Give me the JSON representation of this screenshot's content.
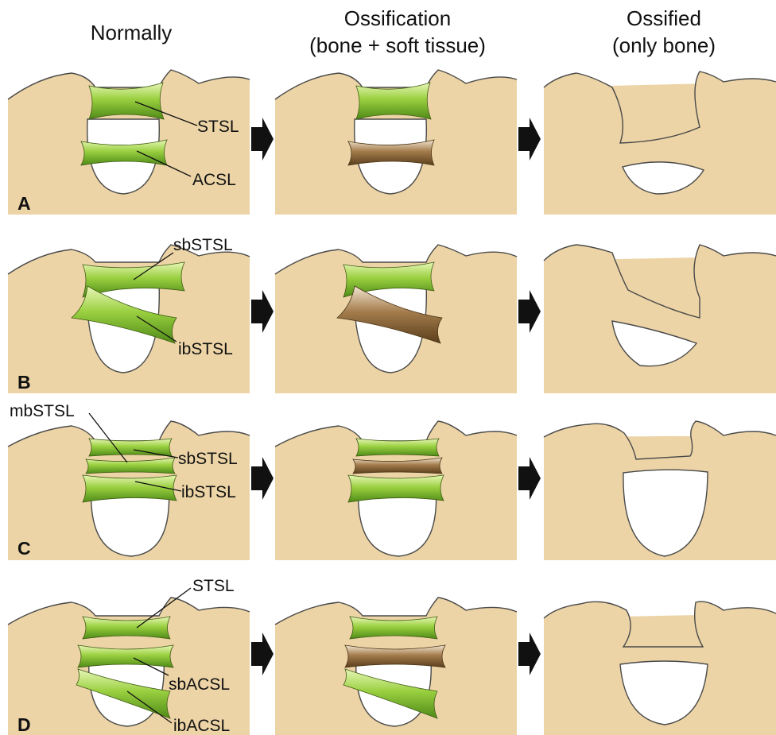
{
  "columns": [
    {
      "title_lines": [
        "Normally"
      ]
    },
    {
      "title_lines": [
        "Ossification",
        "(bone + soft tissue)"
      ]
    },
    {
      "title_lines": [
        "Ossified",
        "(only bone)"
      ]
    }
  ],
  "rows": [
    {
      "letter": "A",
      "labels": [
        "STSL",
        "ACSL"
      ]
    },
    {
      "letter": "B",
      "labels": [
        "sbSTSL",
        "ibSTSL"
      ]
    },
    {
      "letter": "C",
      "labels": [
        "mbSTSL",
        "sbSTSL",
        "ibSTSL"
      ]
    },
    {
      "letter": "D",
      "labels": [
        "STSL",
        "sbACSL",
        "ibACSL"
      ]
    }
  ],
  "colors": {
    "bone": "#ecd4a6",
    "ligament_normal": "#8cc63f",
    "ligament_ossified": "#a07848",
    "outline": "#4a4a4a"
  }
}
